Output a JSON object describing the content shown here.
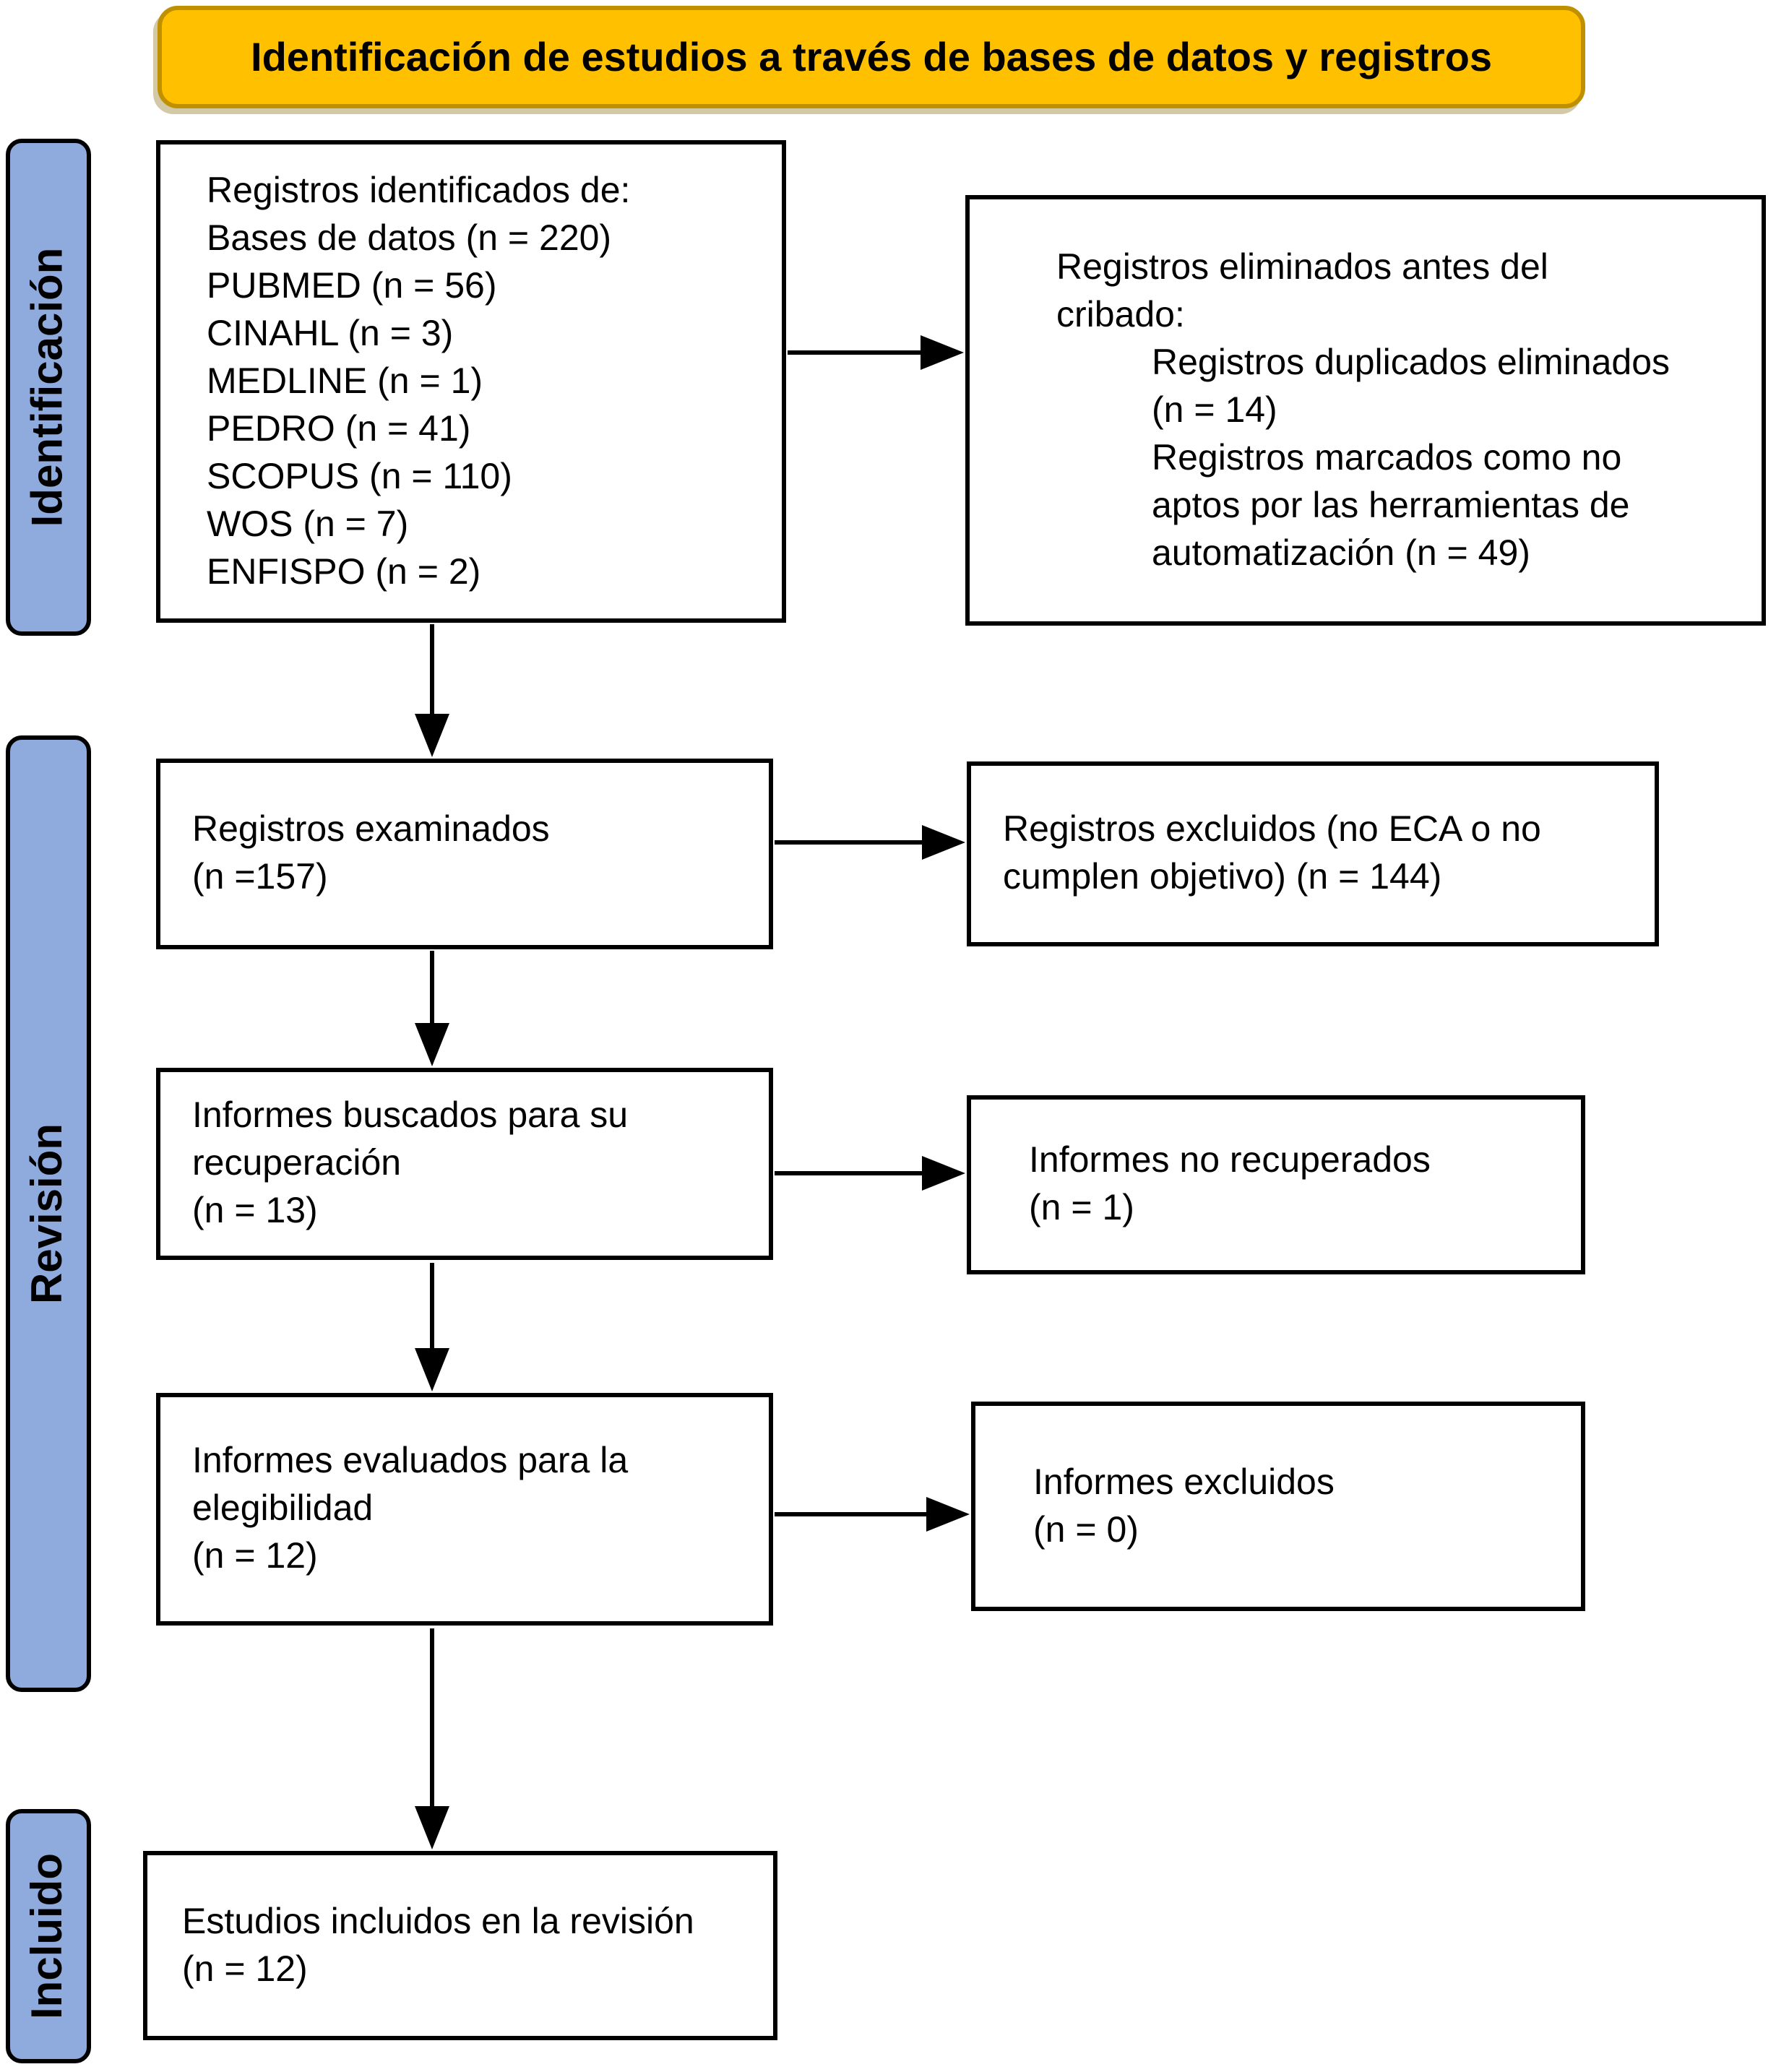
{
  "colors": {
    "banner-bg": "#FFC000",
    "banner-border": "#BF9000",
    "stage-bg": "#8FAADC",
    "stage-border": "#000000",
    "box-bg": "#FFFFFF",
    "box-border": "#000000",
    "arrow": "#000000",
    "text": "#000000"
  },
  "banner": {
    "title": "Identificación de estudios a través de bases de datos y registros"
  },
  "stages": [
    {
      "label": "Identificación"
    },
    {
      "label": "Revisión"
    },
    {
      "label": "Incluido"
    }
  ],
  "boxes": {
    "identified": {
      "text": "Registros identificados de:\nBases de datos (n = 220)\nPUBMED (n = 56)\nCINAHL (n = 3)\nMEDLINE (n = 1)\nPEDRO (n = 41)\nSCOPUS (n = 110)\nWOS (n = 7)\nENFISPO (n = 2)"
    },
    "removed_before_screening": {
      "title": "Registros eliminados antes del\ncribado:",
      "items": [
        "Registros duplicados eliminados\n(n = 14)",
        "Registros marcados como no\naptos por las herramientas de\nautomatización (n = 49)"
      ]
    },
    "screened": {
      "text": "Registros examinados\n(n =157)"
    },
    "excluded_screening": {
      "text": "Registros excluidos (no ECA o no\ncumplen objetivo) (n = 144)"
    },
    "sought": {
      "text": "Informes buscados para su\nrecuperación\n(n = 13)"
    },
    "not_retrieved": {
      "text": "Informes no recuperados\n(n = 1)"
    },
    "assessed": {
      "text": "Informes evaluados para la\nelegibilidad\n(n = 12)"
    },
    "excluded_eligibility": {
      "text": "Informes excluidos\n(n = 0)"
    },
    "included_studies": {
      "text": "Estudios incluidos en la revisión\n(n = 12)"
    }
  }
}
